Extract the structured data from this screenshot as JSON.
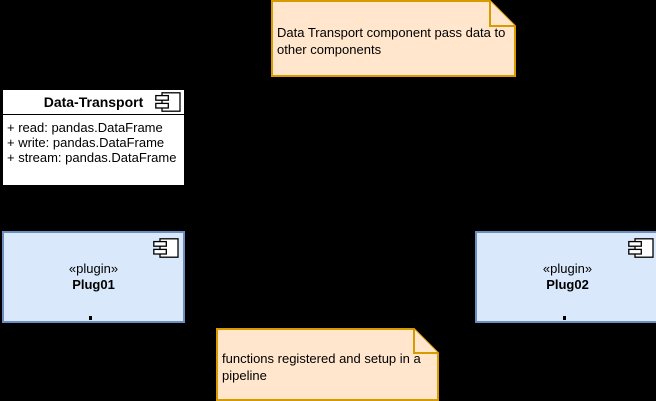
{
  "colors": {
    "background": "#000000",
    "note-fill": "#ffe6cc",
    "note-border": "#d79b00",
    "plugin-fill": "#dae8fc",
    "plugin-border": "#6c8ebf",
    "component-fill": "#ffffff",
    "component-border": "#000000",
    "text": "#000000"
  },
  "notes": {
    "top": {
      "text": "Data Transport component pass data to other components"
    },
    "bottom": {
      "text": "functions registered and setup in a pipeline"
    }
  },
  "component": {
    "title": "Data-Transport",
    "attributes": [
      "+ read: pandas.DataFrame",
      "+ write: pandas.DataFrame",
      "+ stream: pandas.DataFrame"
    ]
  },
  "plugins": [
    {
      "stereotype": "«plugin»",
      "name": "Plug01"
    },
    {
      "stereotype": "«plugin»",
      "name": "Plug02"
    }
  ]
}
